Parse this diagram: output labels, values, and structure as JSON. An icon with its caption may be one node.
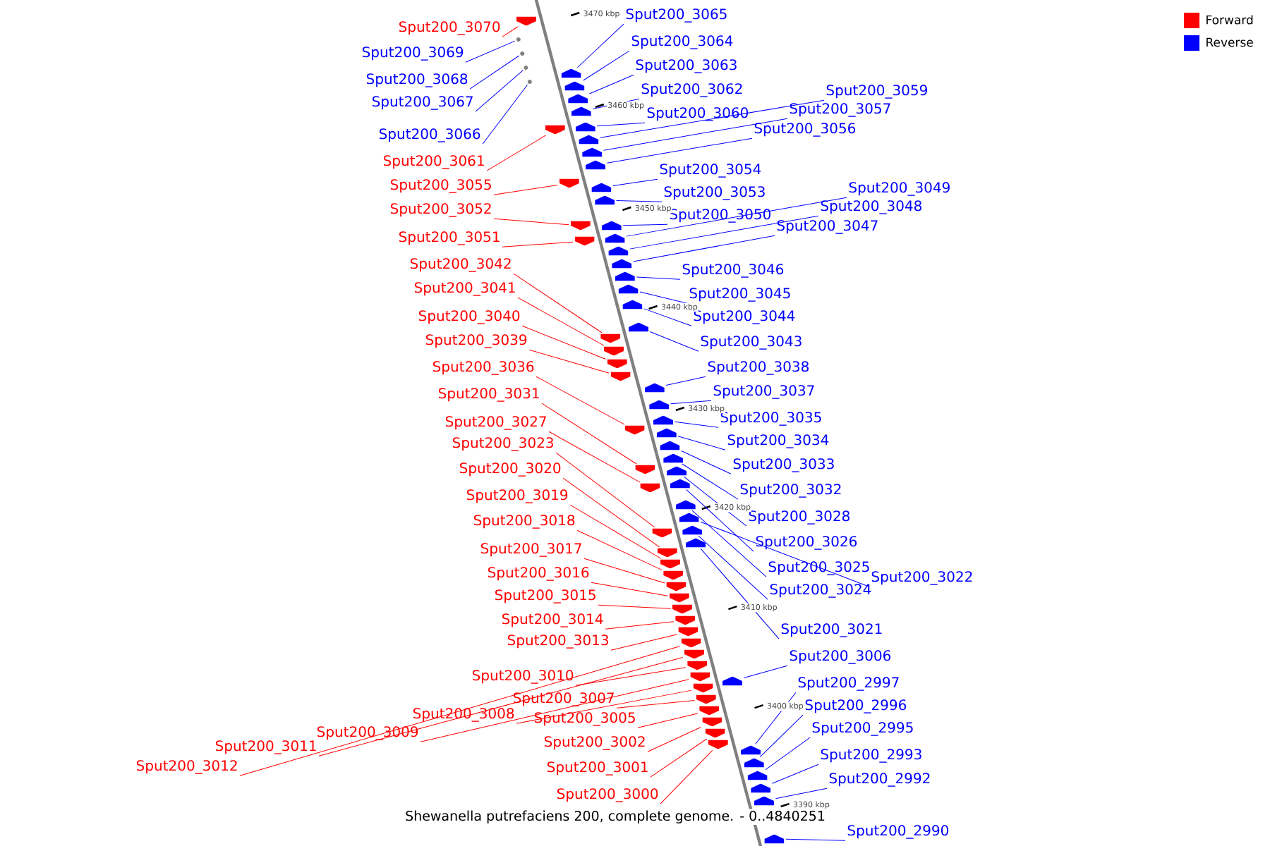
{
  "diagram": {
    "caption": "Shewanella putrefaciens 200, complete genome. - 0..4840251",
    "nodes": [
      {
        "text": [
          "Sput200_3065"
        ]
      },
      {
        "text": [
          "Sput200_3070"
        ]
      },
      {
        "text": [
          "Sput200_3064"
        ]
      },
      {
        "text": [
          "Sput200_3069"
        ]
      },
      {
        "text": [
          "Sput200_3063"
        ]
      },
      {
        "text": [
          "Sput200_3068"
        ]
      },
      {
        "text": [
          "Sput200_3062"
        ]
      },
      {
        "text": [
          "Sput200_3059"
        ]
      },
      {
        "text": [
          "Sput200_3067"
        ]
      },
      {
        "text": [
          "Sput200_3057"
        ]
      },
      {
        "text": [
          "Sput200_3060"
        ]
      },
      {
        "text": [
          "Sput200_3056"
        ]
      },
      {
        "text": [
          "Sput200_3066"
        ]
      },
      {
        "text": [
          "Sput200_3061"
        ]
      },
      {
        "text": [
          "Sput200_3054"
        ]
      },
      {
        "text": [
          "Sput200_3055"
        ]
      },
      {
        "text": [
          "Sput200_3049"
        ]
      },
      {
        "text": [
          "Sput200_3053"
        ]
      },
      {
        "text": [
          "Sput200_3048"
        ]
      },
      {
        "text": [
          "Sput200_3052"
        ]
      },
      {
        "text": [
          "Sput200_3050"
        ]
      },
      {
        "text": [
          "Sput200_3047"
        ]
      },
      {
        "text": [
          "Sput200_3051"
        ]
      },
      {
        "text": [
          "Sput200_3042"
        ]
      },
      {
        "text": [
          "Sput200_3046"
        ]
      },
      {
        "text": [
          "Sput200_3041"
        ]
      },
      {
        "text": [
          "Sput200_3045"
        ]
      },
      {
        "text": [
          "Sput200_3040"
        ]
      },
      {
        "text": [
          "Sput200_3044"
        ]
      },
      {
        "text": [
          "Sput200_3039"
        ]
      },
      {
        "text": [
          "Sput200_3043"
        ]
      },
      {
        "text": [
          "Sput200_3036"
        ]
      },
      {
        "text": [
          "Sput200_3038"
        ]
      },
      {
        "text": [
          "Sput200_3037"
        ]
      },
      {
        "text": [
          "Sput200_3031"
        ]
      },
      {
        "text": [
          "Sput200_3035"
        ]
      },
      {
        "text": [
          "Sput200_3027"
        ]
      },
      {
        "text": [
          "Sput200_3034"
        ]
      },
      {
        "text": [
          "Sput200_3023"
        ]
      },
      {
        "text": [
          "Sput200_3033"
        ]
      },
      {
        "text": [
          "Sput200_3020"
        ]
      },
      {
        "text": [
          "Sput200_3032"
        ]
      },
      {
        "text": [
          "Sput200_3019"
        ]
      },
      {
        "text": [
          "Sput200_3028"
        ]
      },
      {
        "text": [
          "Sput200_3018"
        ]
      },
      {
        "text": [
          "Sput200_3026"
        ]
      },
      {
        "text": [
          "Sput200_3017"
        ]
      },
      {
        "text": [
          "Sput200_3025"
        ]
      },
      {
        "text": [
          "Sput200_3016"
        ]
      },
      {
        "text": [
          "Sput200_3022"
        ]
      },
      {
        "text": [
          "Sput200_3024"
        ]
      },
      {
        "text": [
          "Sput200_3015"
        ]
      },
      {
        "text": [
          "Sput200_3014"
        ]
      },
      {
        "text": [
          "Sput200_3021"
        ]
      },
      {
        "text": [
          "Sput200_3013"
        ]
      },
      {
        "text": [
          "Sput200_3006"
        ]
      },
      {
        "text": [
          "Sput200_3010"
        ]
      },
      {
        "text": [
          "Sput200_2997"
        ]
      },
      {
        "text": [
          "Sput200_3007"
        ]
      },
      {
        "text": [
          "Sput200_2996"
        ]
      },
      {
        "text": [
          "Sput200_3008"
        ]
      },
      {
        "text": [
          "Sput200_3005"
        ]
      },
      {
        "text": [
          "Sput200_2995"
        ]
      },
      {
        "text": [
          "Sput200_3009"
        ]
      },
      {
        "text": [
          "Sput200_3002"
        ]
      },
      {
        "text": [
          "Sput200_3011"
        ]
      },
      {
        "text": [
          "Sput200_2993"
        ]
      },
      {
        "text": [
          "Sput200_3012"
        ]
      },
      {
        "text": [
          "Sput200_3001"
        ]
      },
      {
        "text": [
          "Sput200_2992"
        ]
      },
      {
        "text": [
          "Sput200_3000"
        ]
      },
      {
        "text": [
          "Sput200_2990"
        ]
      },
      {
        "text": [],
        "shape": "arrow"
      },
      {
        "text": [],
        "shape": "circle"
      },
      {
        "text": [],
        "shape": "circle"
      },
      {
        "text": [],
        "shape": "circle"
      },
      {
        "text": [],
        "shape": "arrow"
      },
      {
        "text": [],
        "shape": "circle"
      },
      {
        "text": [],
        "shape": "arrow"
      },
      {
        "text": [],
        "shape": "arrow"
      },
      {
        "text": [],
        "shape": "arrow"
      },
      {
        "text": [],
        "shape": "arrow"
      },
      {
        "text": [],
        "shape": "arrow"
      },
      {
        "text": [],
        "shape": "arrow"
      },
      {
        "text": [],
        "shape": "arrow"
      },
      {
        "text": [],
        "shape": "arrow"
      },
      {
        "text": [],
        "shape": "arrow"
      },
      {
        "text": [],
        "shape": "arrow"
      },
      {
        "text": [],
        "shape": "arrow"
      },
      {
        "text": [],
        "shape": "arrow"
      },
      {
        "text": [],
        "shape": "arrow"
      },
      {
        "text": [],
        "shape": "arrow"
      },
      {
        "text": [],
        "shape": "arrow"
      },
      {
        "text": [],
        "shape": "arrow"
      },
      {
        "text": [],
        "shape": "arrow"
      },
      {
        "text": [],
        "shape": "arrow"
      },
      {
        "text": [],
        "shape": "arrow"
      },
      {
        "text": [],
        "shape": "arrow"
      },
      {
        "text": [],
        "shape": "arrow"
      },
      {
        "text": [],
        "shape": "arrow"
      },
      {
        "text": [],
        "shape": "arrow"
      },
      {
        "text": [],
        "shape": "arrow"
      },
      {
        "text": [],
        "shape": "arrow"
      },
      {
        "text": [],
        "shape": "arrow"
      },
      {
        "text": [],
        "shape": "arrow"
      },
      {
        "text": [],
        "shape": "arrow"
      },
      {
        "text": [],
        "shape": "arrow"
      },
      {
        "text": [],
        "shape": "arrow"
      },
      {
        "text": [],
        "shape": "arrow"
      },
      {
        "text": [],
        "shape": "arrow"
      },
      {
        "text": [],
        "shape": "arrow"
      },
      {
        "text": [],
        "shape": "arrow"
      },
      {
        "text": [],
        "shape": "arrow"
      },
      {
        "text": [],
        "shape": "arrow"
      },
      {
        "text": [],
        "shape": "arrow"
      },
      {
        "text": [],
        "shape": "arrow"
      },
      {
        "text": [],
        "shape": "arrow"
      },
      {
        "text": [],
        "shape": "arrow"
      },
      {
        "text": [],
        "shape": "arrow"
      },
      {
        "text": [],
        "shape": "arrow"
      },
      {
        "text": [],
        "shape": "arrow"
      },
      {
        "text": [],
        "shape": "arrow"
      },
      {
        "text": [],
        "shape": "arrow"
      },
      {
        "text": [],
        "shape": "arrow"
      },
      {
        "text": [],
        "shape": "arrow"
      },
      {
        "text": [],
        "shape": "arrow"
      },
      {
        "text": [],
        "shape": "arrow"
      },
      {
        "text": [],
        "shape": "arrow"
      },
      {
        "text": [],
        "shape": "arrow"
      },
      {
        "text": [],
        "shape": "arrow"
      },
      {
        "text": [],
        "shape": "arrow"
      },
      {
        "text": [],
        "shape": "arrow"
      },
      {
        "text": [],
        "shape": "arrow"
      },
      {
        "text": [],
        "shape": "arrow"
      },
      {
        "text": [],
        "shape": "arrow"
      },
      {
        "text": [],
        "shape": "arrow"
      },
      {
        "text": [],
        "shape": "arrow"
      },
      {
        "text": [],
        "shape": "arrow"
      },
      {
        "text": [],
        "shape": "arrow"
      },
      {
        "text": [],
        "shape": "arrow"
      },
      {
        "text": [],
        "shape": "arrow"
      },
      {
        "text": [],
        "shape": "arrow"
      },
      {
        "text": [],
        "shape": "arrow"
      },
      {
        "text": [],
        "shape": "arrow"
      }
    ],
    "edges": [
      {
        "from": 0,
        "to": 76,
        "arrow": "none"
      },
      {
        "from": 1,
        "to": 72,
        "arrow": "none",
        "color": "#ff0000"
      },
      {
        "from": 2,
        "to": 78,
        "arrow": "none"
      },
      {
        "from": 3,
        "to": 73,
        "arrow": "none"
      },
      {
        "from": 4,
        "to": 79,
        "arrow": "none"
      },
      {
        "from": 5,
        "to": 74,
        "arrow": "none"
      },
      {
        "from": 6,
        "to": 80,
        "arrow": "none"
      },
      {
        "from": 7,
        "to": 83,
        "arrow": "none"
      },
      {
        "from": 8,
        "to": 75,
        "arrow": "none"
      },
      {
        "from": 9,
        "to": 84,
        "arrow": "none"
      },
      {
        "from": 10,
        "to": 81,
        "arrow": "none"
      },
      {
        "from": 11,
        "to": 85,
        "arrow": "none"
      },
      {
        "from": 12,
        "to": 77,
        "arrow": "none"
      },
      {
        "from": 13,
        "to": 82,
        "arrow": "none",
        "color": "#ff0000"
      },
      {
        "from": 14,
        "to": 87,
        "arrow": "none"
      },
      {
        "from": 15,
        "to": 86,
        "arrow": "none",
        "color": "#ff0000"
      },
      {
        "from": 16,
        "to": 91,
        "arrow": "none"
      },
      {
        "from": 17,
        "to": 88,
        "arrow": "none"
      },
      {
        "from": 18,
        "to": 93,
        "arrow": "none"
      },
      {
        "from": 19,
        "to": 89,
        "arrow": "none",
        "color": "#ff0000"
      },
      {
        "from": 20,
        "to": 90,
        "arrow": "none"
      },
      {
        "from": 21,
        "to": 94,
        "arrow": "none"
      },
      {
        "from": 22,
        "to": 92,
        "arrow": "none",
        "color": "#ff0000"
      },
      {
        "from": 23,
        "to": 99,
        "arrow": "none",
        "color": "#ff0000"
      },
      {
        "from": 24,
        "to": 95,
        "arrow": "none"
      },
      {
        "from": 25,
        "to": 100,
        "arrow": "none",
        "color": "#ff0000"
      },
      {
        "from": 26,
        "to": 96,
        "arrow": "none"
      },
      {
        "from": 27,
        "to": 101,
        "arrow": "none",
        "color": "#ff0000"
      },
      {
        "from": 28,
        "to": 97,
        "arrow": "none"
      },
      {
        "from": 29,
        "to": 102,
        "arrow": "none",
        "color": "#ff0000"
      },
      {
        "from": 30,
        "to": 98,
        "arrow": "none"
      },
      {
        "from": 31,
        "to": 106,
        "arrow": "none",
        "color": "#ff0000"
      },
      {
        "from": 32,
        "to": 103,
        "arrow": "none"
      },
      {
        "from": 33,
        "to": 104,
        "arrow": "none"
      },
      {
        "from": 34,
        "to": 110,
        "arrow": "none",
        "color": "#ff0000"
      },
      {
        "from": 35,
        "to": 105,
        "arrow": "none"
      },
      {
        "from": 36,
        "to": 113,
        "arrow": "none",
        "color": "#ff0000"
      },
      {
        "from": 37,
        "to": 107,
        "arrow": "none"
      },
      {
        "from": 38,
        "to": 117,
        "arrow": "none",
        "color": "#ff0000"
      },
      {
        "from": 39,
        "to": 108,
        "arrow": "none"
      },
      {
        "from": 40,
        "to": 119,
        "arrow": "none",
        "color": "#ff0000"
      },
      {
        "from": 41,
        "to": 109,
        "arrow": "none"
      },
      {
        "from": 42,
        "to": 120,
        "arrow": "none",
        "color": "#ff0000"
      },
      {
        "from": 43,
        "to": 111,
        "arrow": "none"
      },
      {
        "from": 44,
        "to": 121,
        "arrow": "none",
        "color": "#ff0000"
      },
      {
        "from": 45,
        "to": 112,
        "arrow": "none"
      },
      {
        "from": 46,
        "to": 122,
        "arrow": "none",
        "color": "#ff0000"
      },
      {
        "from": 47,
        "to": 114,
        "arrow": "none"
      },
      {
        "from": 48,
        "to": 123,
        "arrow": "none",
        "color": "#ff0000"
      },
      {
        "from": 49,
        "to": 115,
        "arrow": "none"
      },
      {
        "from": 50,
        "to": 116,
        "arrow": "none"
      },
      {
        "from": 51,
        "to": 124,
        "arrow": "none",
        "color": "#ff0000"
      },
      {
        "from": 52,
        "to": 125,
        "arrow": "none",
        "color": "#ff0000"
      },
      {
        "from": 53,
        "to": 118,
        "arrow": "none"
      },
      {
        "from": 54,
        "to": 126,
        "arrow": "none",
        "color": "#ff0000"
      },
      {
        "from": 55,
        "to": 131,
        "arrow": "none"
      },
      {
        "from": 56,
        "to": 129,
        "arrow": "none",
        "color": "#ff0000"
      },
      {
        "from": 57,
        "to": 138,
        "arrow": "none"
      },
      {
        "from": 58,
        "to": 133,
        "arrow": "none",
        "color": "#ff0000"
      },
      {
        "from": 59,
        "to": 139,
        "arrow": "none"
      },
      {
        "from": 60,
        "to": 132,
        "arrow": "none",
        "color": "#ff0000"
      },
      {
        "from": 61,
        "to": 134,
        "arrow": "none",
        "color": "#ff0000"
      },
      {
        "from": 62,
        "to": 140,
        "arrow": "none"
      },
      {
        "from": 63,
        "to": 130,
        "arrow": "none",
        "color": "#ff0000"
      },
      {
        "from": 64,
        "to": 135,
        "arrow": "none",
        "color": "#ff0000"
      },
      {
        "from": 65,
        "to": 128,
        "arrow": "none",
        "color": "#ff0000"
      },
      {
        "from": 66,
        "to": 141,
        "arrow": "none"
      },
      {
        "from": 67,
        "to": 127,
        "arrow": "none",
        "color": "#ff0000"
      },
      {
        "from": 68,
        "to": 136,
        "arrow": "none",
        "color": "#ff0000"
      },
      {
        "from": 69,
        "to": 142,
        "arrow": "none"
      },
      {
        "from": 70,
        "to": 137,
        "arrow": "none",
        "color": "#ff0000"
      },
      {
        "from": 71,
        "to": 143,
        "arrow": "none"
      }
    ],
    "labels": [
      "3470 kbp",
      "3460 kbp",
      "3450 kbp",
      "3440 kbp",
      "3430 kbp",
      "3420 kbp",
      "3410 kbp",
      "3400 kbp",
      "3390 kbp"
    ],
    "legend": [
      {
        "text": "Forward",
        "color": "#ff0000"
      },
      {
        "text": "Reverse",
        "color": "#0000ff"
      }
    ]
  }
}
